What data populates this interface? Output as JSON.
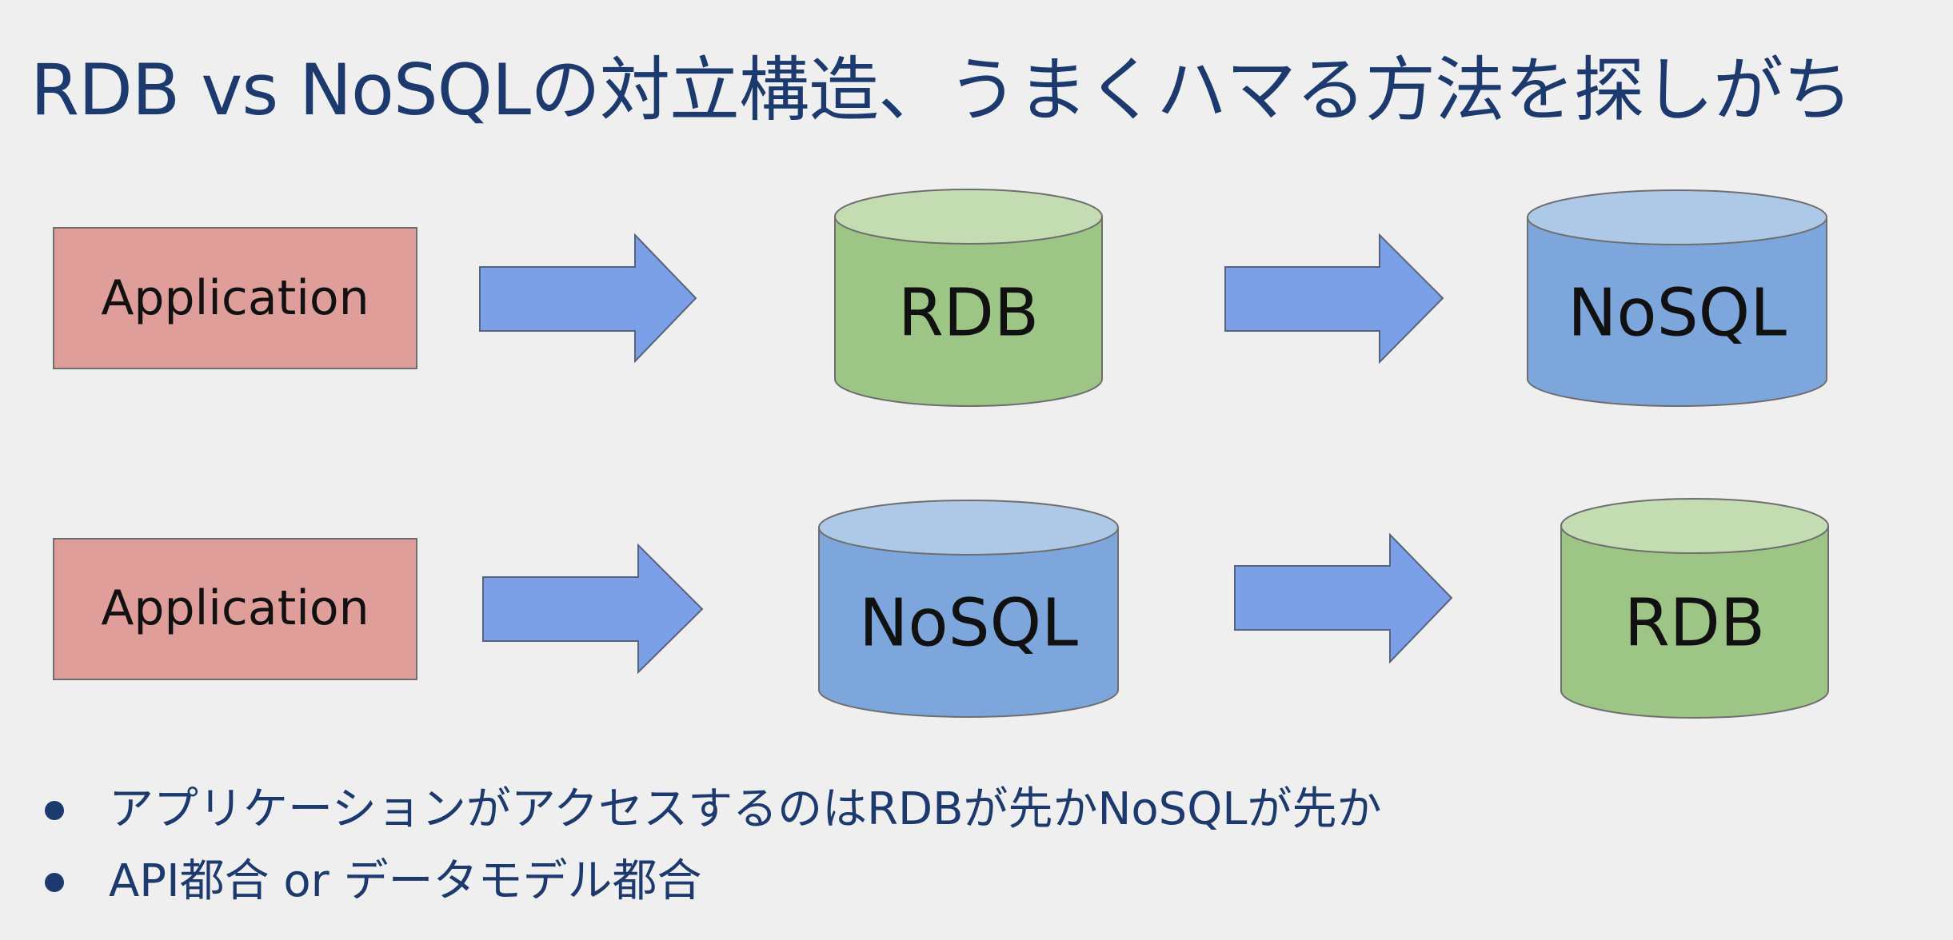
{
  "slide": {
    "title": "RDB vs NoSQLの対立構造、うまくハマる方法を探しがち"
  },
  "colors": {
    "title_text": "#1c3a6e",
    "application_box": "#e09e9b",
    "arrow": "#7ba0e8",
    "rdb_green": "#9dc585",
    "rdb_green_top": "#c4dcb2",
    "nosql_blue": "#7ca6dc",
    "nosql_blue_top": "#aec8e8"
  },
  "rows": [
    {
      "application_label": "Application",
      "first_db": {
        "label": "RDB",
        "kind": "rdb"
      },
      "second_db": {
        "label": "NoSQL",
        "kind": "nosql"
      }
    },
    {
      "application_label": "Application",
      "first_db": {
        "label": "NoSQL",
        "kind": "nosql"
      },
      "second_db": {
        "label": "RDB",
        "kind": "rdb"
      }
    }
  ],
  "bullets": [
    "アプリケーションがアクセスするのはRDBが先かNoSQLが先か",
    "API都合 or データモデル都合"
  ]
}
